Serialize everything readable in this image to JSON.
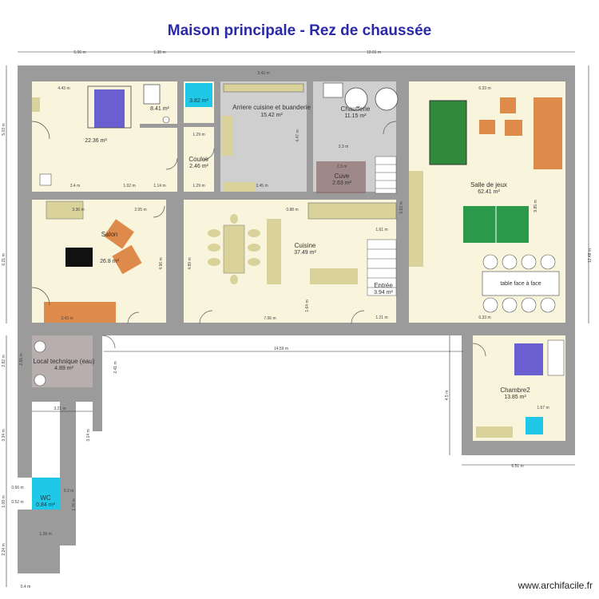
{
  "title": "Maison principale - Rez de chaussée",
  "credit": "www.archifacile.fr",
  "colors": {
    "title": "#2a2aa8",
    "floor_main": "#f8f5dc",
    "floor_grey": "#cfcfcf",
    "floor_tech": "#b9aeae",
    "wall": "#9b9b9b",
    "shower": "#1ec8e6",
    "billiard": "#2f8a3c",
    "pingpong": "#2a9a4a",
    "armchair": "#dd8a4a",
    "bed": "#6a5fd0",
    "kitchen_counter": "#d9d29a"
  },
  "rooms": [
    {
      "id": "chambre1",
      "name": "",
      "area": "22.36 m²"
    },
    {
      "id": "sdb1",
      "name": "",
      "area": "8.41 m²"
    },
    {
      "id": "sdb2",
      "name": "",
      "area": "3.82 m²"
    },
    {
      "id": "couloir",
      "name": "Couloir",
      "area": "2.46 m²"
    },
    {
      "id": "arriere",
      "name": "Arriere cuisine et buanderie",
      "area": "15.42 m²"
    },
    {
      "id": "chaufferie",
      "name": "Chaufferie",
      "area": "11.15 m²"
    },
    {
      "id": "cuve",
      "name": "Cuve",
      "area": "2.63 m²"
    },
    {
      "id": "salle_jeux",
      "name": "Salle de jeux",
      "area": "62.41 m²"
    },
    {
      "id": "salon",
      "name": "Salon",
      "area": "26.8 m²"
    },
    {
      "id": "cuisine",
      "name": "Cuisine",
      "area": "37.49 m²"
    },
    {
      "id": "entree",
      "name": "Entrée",
      "area": "3.94 m²"
    },
    {
      "id": "local_tech",
      "name": "Local technique (eau)",
      "area": "4.89 m²"
    },
    {
      "id": "chambre2",
      "name": "Chambre2",
      "area": "13.85 m²"
    },
    {
      "id": "wc",
      "name": "WC",
      "area": "0.84 m²"
    }
  ],
  "furniture_labels": {
    "table": "table face à face"
  },
  "dimensions": {
    "top_left": "5.06 m",
    "top_mid": "1.38 m",
    "top_right": "10.01 m",
    "left_upper": "5.03 m",
    "left_mid": "6.21 m",
    "right_main": "12.48 m",
    "right_salle": "9.85 m",
    "long_corridor": "14.59 m",
    "ch2_bottom": "6.51 m",
    "ch2_left": "4.5 m",
    "salle_top": "6.33 m",
    "salle_bottom": "6.33 m",
    "cuisine_bottom": "7.06 m",
    "salon_bottom": "3.43 m",
    "chambre1_top": "4.43 m",
    "arriere_top": "3.43 m",
    "chauff_top": "2.3 m",
    "cuve_width": "2.3 m",
    "tech_width": "3.21 m",
    "wc_width": "1.28 m",
    "bottom_left": "0.4 m",
    "left_tech": "2.82 m",
    "left_lower1": "3.34 m",
    "left_lower2": "1.09 m",
    "left_lower3": "2.24 m",
    "sofa_salon": "3.36 m",
    "salon_top": "2.05 m",
    "entree_height": "1.64 m",
    "entree_bottom": "1.21 m",
    "cuisine_top": "0.88 m",
    "stairs_dim": "1.61 m",
    "chambre1_left": "3.4 m",
    "corr_small1": "1.02 m",
    "corr_small2": "1.14 m",
    "couloir_w": "1.29 m",
    "sdb2_w": "1.29 m",
    "ch2_inner": "1.67 m",
    "arriere_bottom": "3.45 m",
    "chauff_side": "4.47 m",
    "salon_side": "4.96 m",
    "cuisine_side": "4.89 m",
    "tech_side": "2.41 m",
    "salle_side": "9.83 m",
    "misc_a": "2.55 m",
    "misc_b": "0.3 m",
    "misc_c": "0.66 m",
    "misc_d": "1.76 m",
    "misc_e": "0.52 m",
    "misc_f": "3.14 m"
  }
}
